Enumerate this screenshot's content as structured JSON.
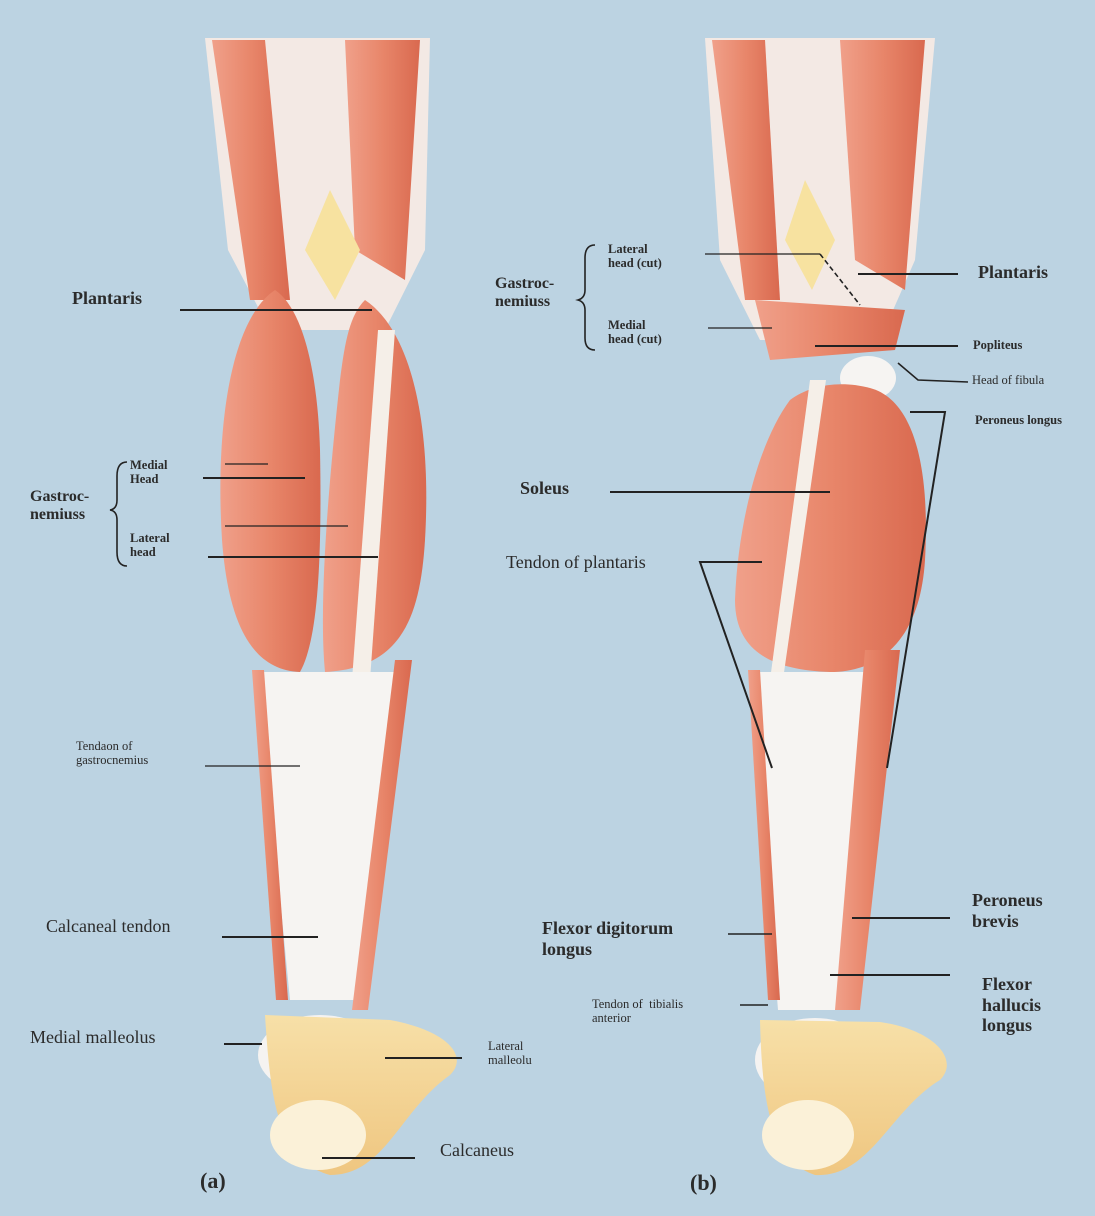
{
  "colors": {
    "background": "#bcd3e2",
    "muscle": "#e8866a",
    "muscle_dark": "#d4624a",
    "tendon": "#f4f2f0",
    "bone": "#f5d79a",
    "line": "#222222"
  },
  "panel_a": {
    "caption": "(a)",
    "labels": {
      "plantaris": "Plantaris",
      "gastroc": "Gastroc-\nnemiuss",
      "medial_head": "Medial\nHead",
      "lateral_head": "Lateral\nhead",
      "tendon_gastroc": "Tendaon of\ngastrocnemius",
      "calcaneal_tendon": "Calcaneal tendon",
      "medial_malleolus": "Medial malleolus",
      "lateral_malleolus": "Lateral\nmalleolu",
      "calcaneus": "Calcaneus"
    }
  },
  "panel_b": {
    "caption": "(b)",
    "labels": {
      "gastroc": "Gastroc-\nnemiuss",
      "lateral_head_cut": "Lateral\nhead (cut)",
      "medial_head_cut": "Medial\nhead (cut)",
      "plantaris": "Plantaris",
      "popliteus": "Popliteus",
      "head_fibula": "Head of fibula",
      "peroneus_longus": "Peroneus longus",
      "soleus": "Soleus",
      "tendon_plantaris": "Tendon of plantaris",
      "flexor_digitorum": "Flexor digitorum\nlongus",
      "peroneus_brevis": "Peroneus\nbrevis",
      "tendon_tibialis": "Tendon of  tibialis\nanterior",
      "flexor_hallucis": "Flexor\nhallucis\nlongus"
    }
  }
}
